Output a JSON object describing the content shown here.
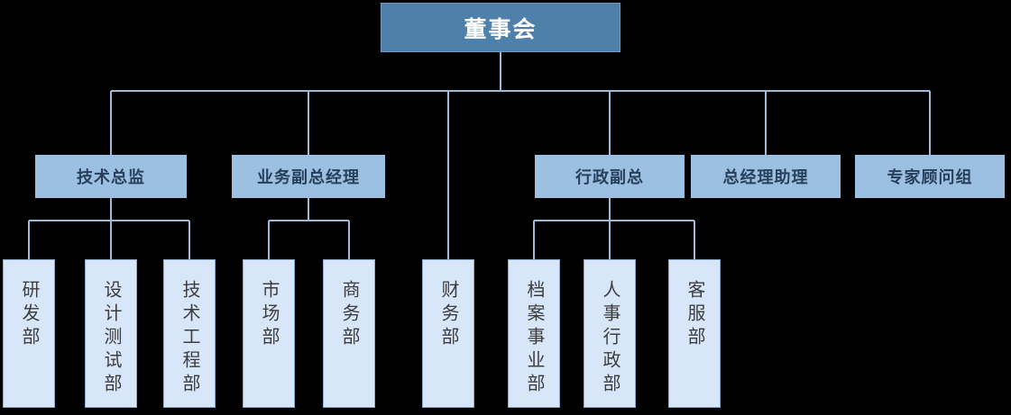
{
  "colors": {
    "background": "#000000",
    "root-fill": "#4e80a9",
    "root-border": "#6d9cc4",
    "root-text": "#ffffff",
    "manager-fill": "#9cc0e2",
    "manager-text": "#27415c",
    "dept-fill": "#d7e6f9",
    "dept-border": "#8aaace",
    "dept-text": "#3d3d3d",
    "connector": "#9fbad9"
  },
  "chart": {
    "type": "org-chart",
    "root": {
      "label": "董事会",
      "children": [
        {
          "label": "技术总监",
          "children": [
            {
              "label": "研发部"
            },
            {
              "label": "设计测试部"
            },
            {
              "label": "技术工程部"
            }
          ]
        },
        {
          "label": "业务副总经理",
          "children": [
            {
              "label": "市场部"
            },
            {
              "label": "商务部"
            }
          ]
        },
        {
          "label": "财务部",
          "children": []
        },
        {
          "label": "行政副总",
          "children": [
            {
              "label": "档案事业部"
            },
            {
              "label": "人事行政部"
            },
            {
              "label": "客服部"
            }
          ]
        },
        {
          "label": "总经理助理",
          "children": []
        },
        {
          "label": "专家顾问组",
          "children": []
        }
      ]
    }
  }
}
